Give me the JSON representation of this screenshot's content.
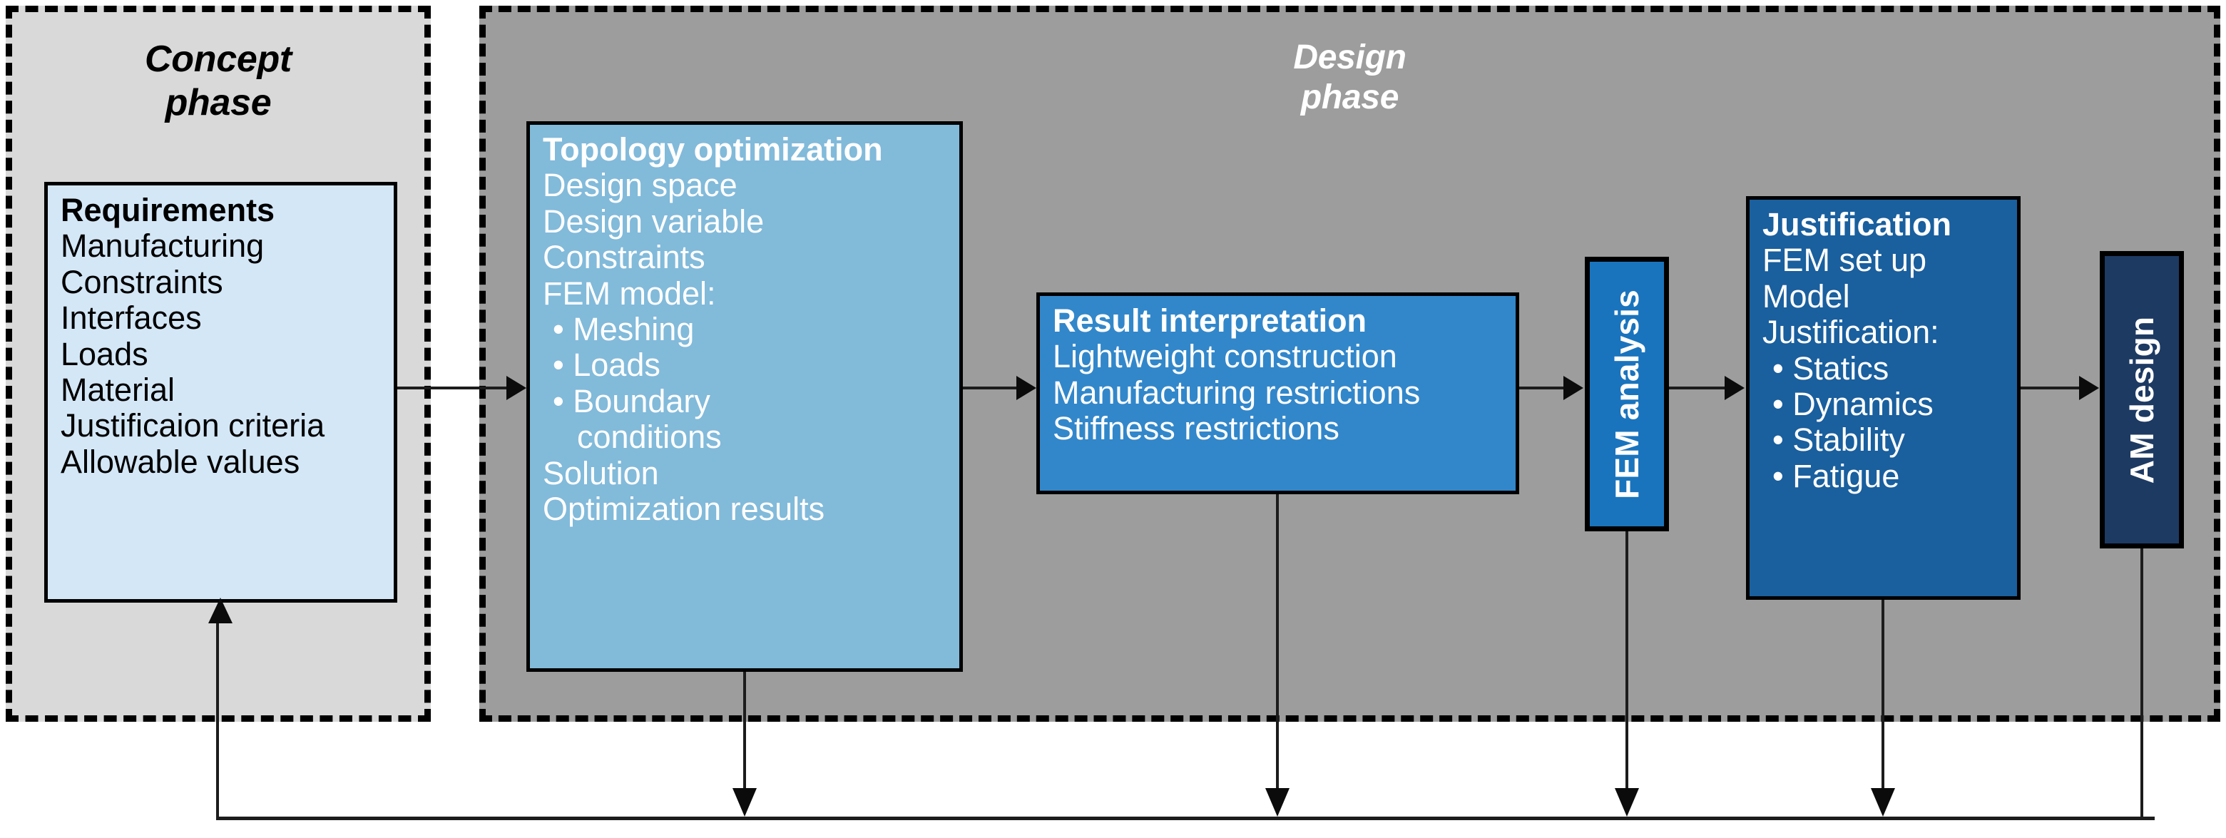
{
  "phases": {
    "concept": {
      "title": "Concept\nphase"
    },
    "design": {
      "title": "Design\nphase"
    }
  },
  "boxes": {
    "requirements": {
      "title": "Requirements",
      "lines": [
        "Manufacturing",
        "Constraints",
        "Interfaces",
        "Loads",
        "Material",
        "Justificaion criteria",
        "Allowable values"
      ]
    },
    "topology": {
      "title": "Topology optimization",
      "lines": [
        "Design space",
        "Design variable",
        "Constraints",
        "FEM model:"
      ],
      "bullets": [
        "• Meshing",
        "• Loads",
        "• Boundary"
      ],
      "continuation": "conditions",
      "tail": [
        "Solution",
        "Optimization results"
      ]
    },
    "result_interpretation": {
      "title": "Result interpretation",
      "lines": [
        "Lightweight construction",
        "Manufacturing restrictions",
        "Stiffness restrictions"
      ]
    },
    "fem_analysis": {
      "label": "FEM analysis"
    },
    "justification": {
      "title": "Justification",
      "lines": [
        "FEM set up",
        "Model",
        "Justification:"
      ],
      "bullets": [
        "• Statics",
        "• Dynamics",
        "• Stability",
        "• Fatigue"
      ]
    },
    "am_design": {
      "label": "AM design"
    }
  },
  "colors": {
    "concept_panel": "#d9d9d9",
    "design_panel": "#9d9d9d",
    "requirements": "#d4e7f7",
    "topology": "#82bada",
    "result_interpretation": "#3287ca",
    "fem_analysis": "#1a74bd",
    "justification": "#1a5f9e",
    "am_design": "#1d3a63",
    "outline": "#000000",
    "connector": "#1c1c1c"
  }
}
